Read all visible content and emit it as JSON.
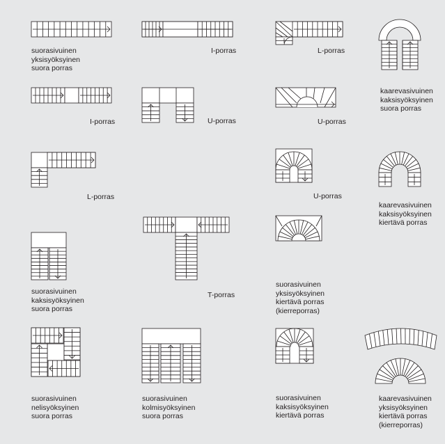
{
  "colors": {
    "background": "#e6e7e8",
    "stroke": "#231f20",
    "fill": "#ffffff"
  },
  "diagrams": [
    {
      "id": "straight-single",
      "label": [
        "suorasivuinen",
        "yksisyöksyinen",
        "suora porras"
      ]
    },
    {
      "id": "i-stair-top",
      "label": [
        "I-porras"
      ]
    },
    {
      "id": "l-stair-top",
      "label": [
        "L-porras"
      ]
    },
    {
      "id": "curved-double",
      "label": [
        "kaarevasivuinen",
        "kaksisyöksyinen",
        "suora porras"
      ]
    },
    {
      "id": "i-stair-2",
      "label": [
        "I-porras"
      ]
    },
    {
      "id": "u-stair",
      "label": [
        "U-porras"
      ]
    },
    {
      "id": "u-stair-winder",
      "label": [
        "U-porras"
      ]
    },
    {
      "id": "l-stair-2",
      "label": [
        "L-porras"
      ]
    },
    {
      "id": "u-stair-winder-2",
      "label": [
        "U-porras"
      ]
    },
    {
      "id": "curved-double-winding",
      "label": [
        "kaarevasivuinen",
        "kaksisyöksyinen",
        "kiertävä porras"
      ]
    },
    {
      "id": "straight-double",
      "label": [
        "suorasivuinen",
        "kaksisyöksyinen",
        "suora porras"
      ]
    },
    {
      "id": "t-stair",
      "label": [
        "T-porras"
      ]
    },
    {
      "id": "straight-single-winding",
      "label": [
        "suorasivuinen",
        "yksisyöksyinen",
        "kiertävä porras",
        "(kierreporras)"
      ]
    },
    {
      "id": "straight-quad",
      "label": [
        "suorasivuinen",
        "nelisyöksyinen",
        "suora porras"
      ]
    },
    {
      "id": "straight-triple",
      "label": [
        "suorasivuinen",
        "kolmisyöksyinen",
        "suora porras"
      ]
    },
    {
      "id": "straight-double-winding",
      "label": [
        "suorasivuinen",
        "kaksisyöksyinen",
        "kiertävä porras"
      ]
    },
    {
      "id": "curved-single-winding",
      "label": [
        "kaarevasivuinen",
        "yksisyöksyinen",
        "kiertävä porras",
        "(kierreporras)"
      ]
    }
  ]
}
